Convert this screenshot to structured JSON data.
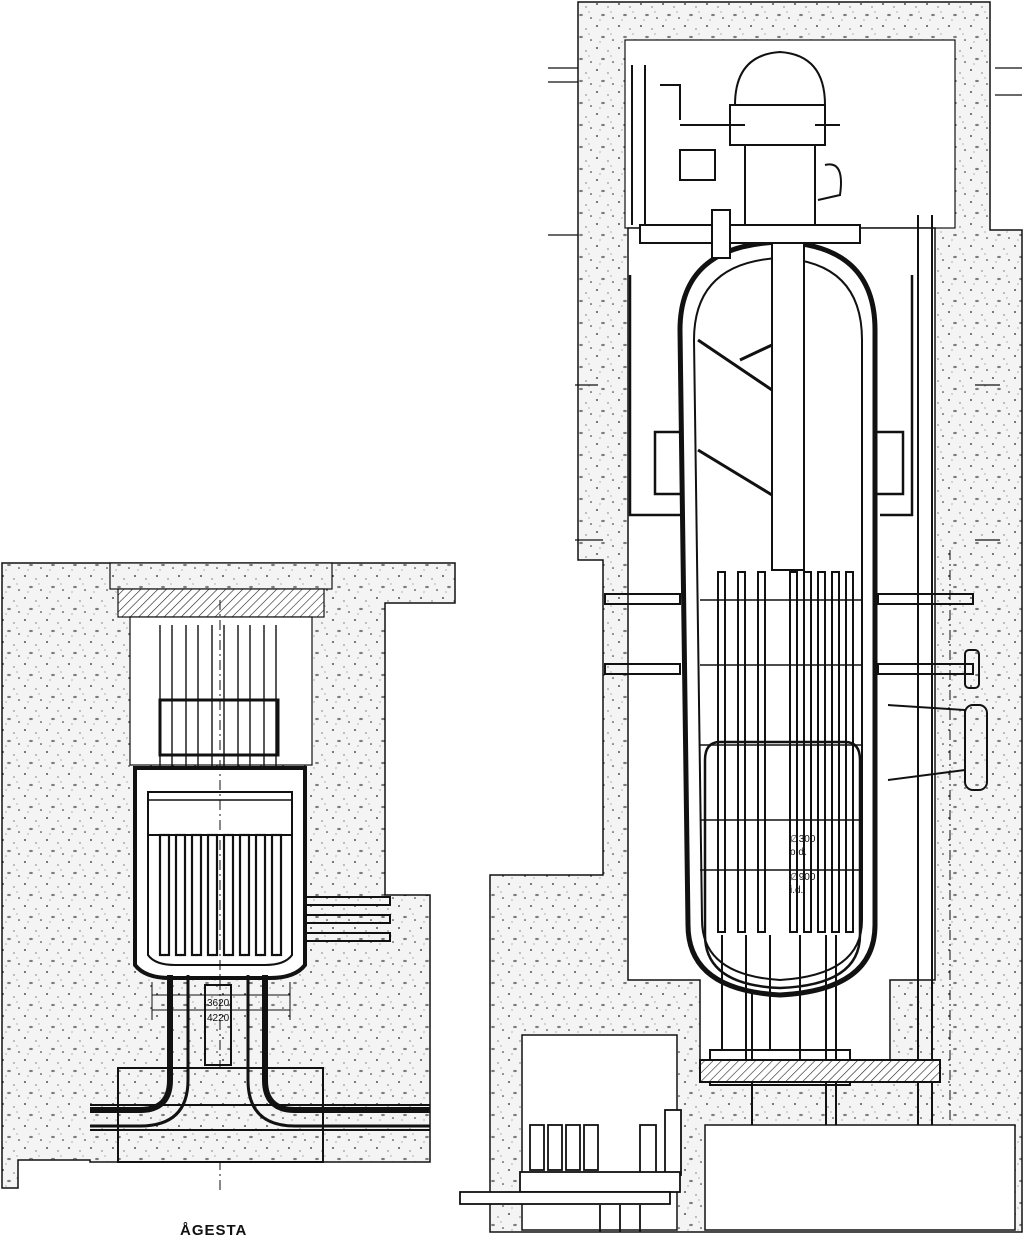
{
  "figure": {
    "caption": "ÅGESTA",
    "left_reactor": {
      "dimensions": [
        "3620",
        "4220"
      ]
    },
    "right_reactor": {
      "labels": [
        "∅300",
        "o.d.",
        "∅900",
        "i.d."
      ]
    }
  },
  "colors": {
    "ink": "#111111",
    "concrete": "#f3f3f3",
    "paper": "#ffffff"
  }
}
